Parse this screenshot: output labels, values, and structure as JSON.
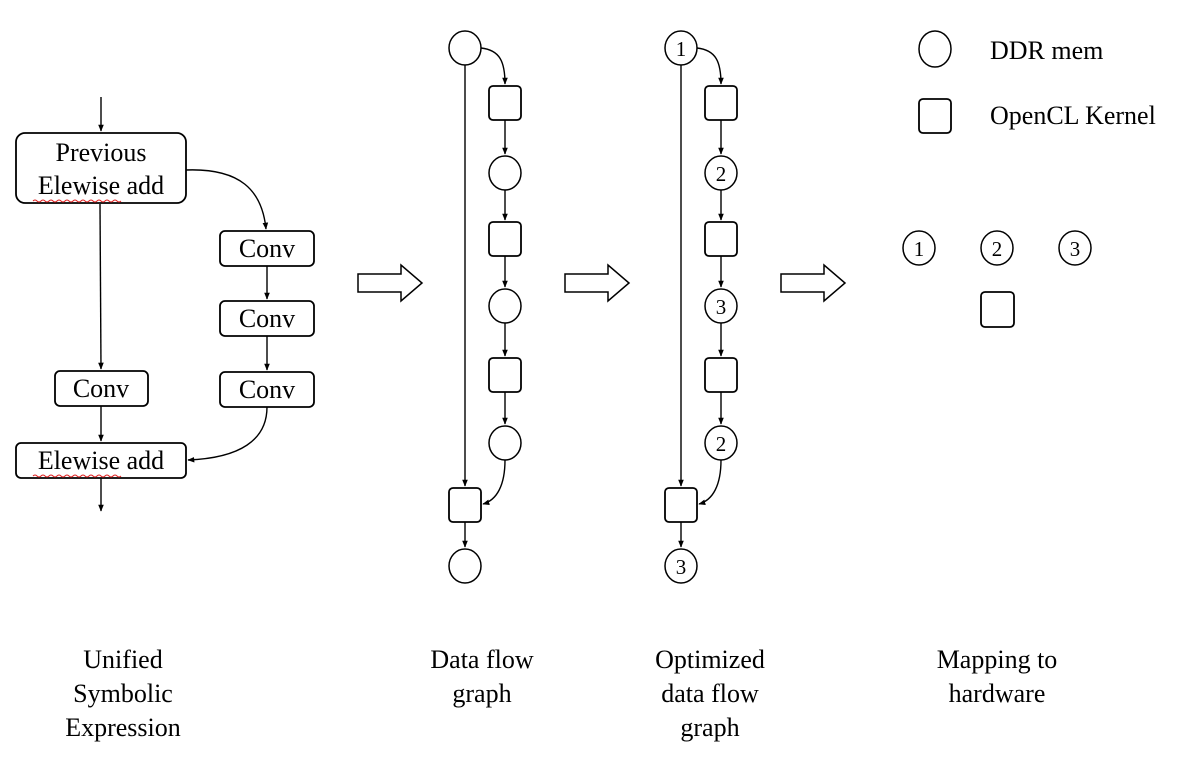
{
  "symbolic": {
    "prev_line1": "Previous",
    "prev_line2": "Elewise add",
    "conv_a": "Conv",
    "conv_b": "Conv",
    "conv_c": "Conv",
    "conv_d": "Conv",
    "elewise": "Elewise add"
  },
  "optimized": {
    "node_labels": [
      "1",
      "2",
      "3",
      "2",
      "3"
    ]
  },
  "mapping": {
    "buffer_labels": [
      "1",
      "2",
      "3"
    ]
  },
  "legend": {
    "ddr": "DDR mem",
    "kernel": "OpenCL Kernel"
  },
  "captions": {
    "symbolic": [
      "Unified",
      "Symbolic",
      "Expression"
    ],
    "dataflow": [
      "Data flow",
      "graph"
    ],
    "optimized": [
      "Optimized",
      "data flow",
      "graph"
    ],
    "mapping": [
      "Mapping to",
      "hardware"
    ]
  }
}
